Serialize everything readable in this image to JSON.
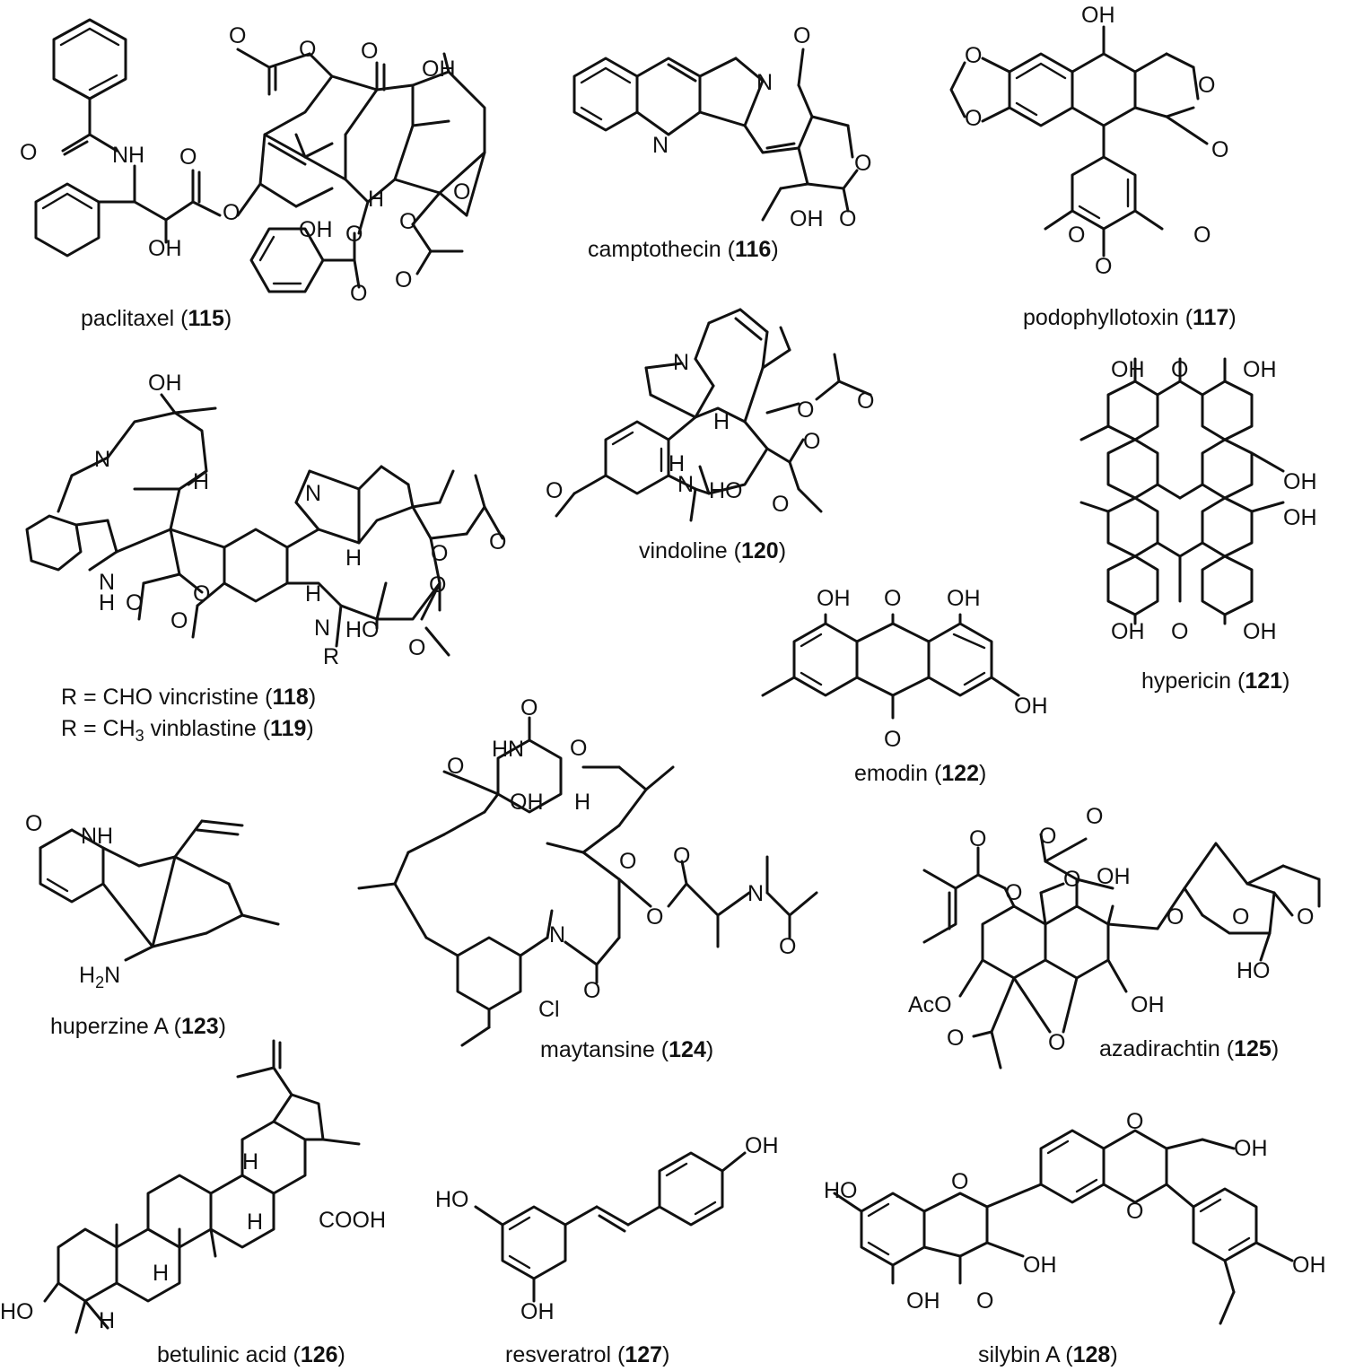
{
  "compounds": [
    {
      "name": "paclitaxel",
      "num": "115"
    },
    {
      "name": "camptothecin",
      "num": "116"
    },
    {
      "name": "podophyllotoxin",
      "num": "117"
    },
    {
      "name": "vincristine",
      "num": "118",
      "prefix": "R = CHO"
    },
    {
      "name": "vinblastine",
      "num": "119",
      "prefix": "R = CH",
      "sub": "3"
    },
    {
      "name": "vindoline",
      "num": "120"
    },
    {
      "name": "hypericin",
      "num": "121"
    },
    {
      "name": "emodin",
      "num": "122"
    },
    {
      "name": "huperzine A",
      "num": "123"
    },
    {
      "name": "maytansine",
      "num": "124"
    },
    {
      "name": "azadirachtin",
      "num": "125"
    },
    {
      "name": "betulinic acid",
      "num": "126"
    },
    {
      "name": "resveratrol",
      "num": "127"
    },
    {
      "name": "silybin A",
      "num": "128"
    }
  ],
  "atom_labels": {
    "oh": "OH",
    "ho": "HO",
    "o": "O",
    "n": "N",
    "nh": "NH",
    "h": "H",
    "r": "R",
    "cl": "Cl",
    "hn": "HN",
    "h2n": "H2N",
    "aco": "AcO",
    "cooh": "COOH"
  }
}
